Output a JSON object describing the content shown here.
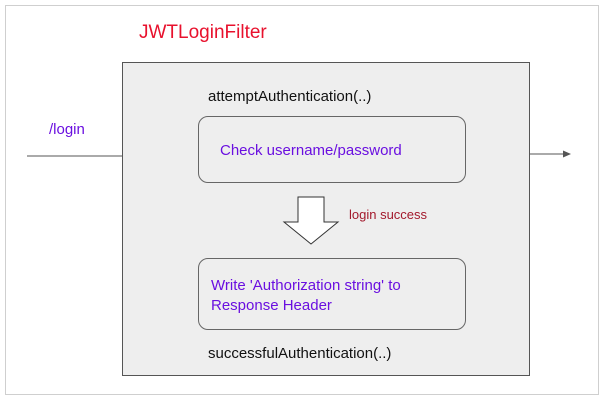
{
  "diagram": {
    "title": "JWTLoginFilter",
    "input_label": "/login",
    "top_method": "attemptAuthentication(..)",
    "step1": "Check username/password",
    "transition_label": "login success",
    "step2": "Write 'Authorization string' to\nResponse Header",
    "bottom_method": "successfulAuthentication(..)"
  },
  "colors": {
    "title": "#e8112d",
    "step_text": "#6a0fe0",
    "transition_text": "#a3192c",
    "box_fill": "#eeeeee"
  }
}
